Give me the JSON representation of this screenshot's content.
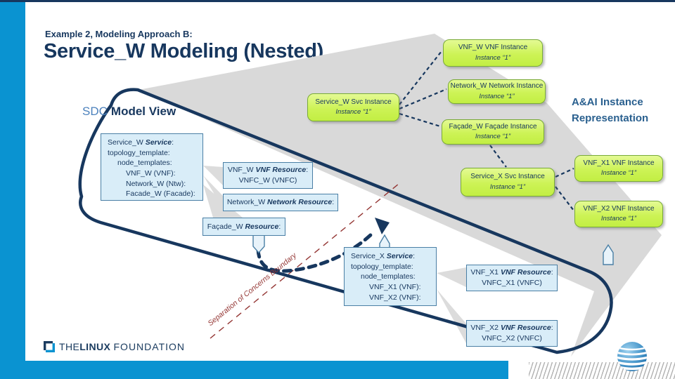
{
  "slide": {
    "kicker": "Example 2, Modeling Approach B:",
    "title": "Service_W Modeling (Nested)",
    "sdc_label": {
      "prefix": "SDC",
      "rest": "Model View"
    },
    "aai_label": {
      "line1": "A&AI Instance",
      "line2": "Representation"
    },
    "boundary_label": "Separation of Concerns Boundary"
  },
  "model_view": {
    "service_w": {
      "head_prefix": "Service_W ",
      "head_em": "Service",
      "head_suffix": ":",
      "lines": [
        "topology_template:",
        "node_templates:",
        "VNF_W (VNF):",
        "Network_W (Ntw):",
        "Facade_W (Facade):"
      ]
    },
    "vnf_w": {
      "head_prefix": "VNF_W ",
      "head_em": "VNF Resource",
      "head_suffix": ":",
      "line2": "VNFC_W (VNFC)"
    },
    "network_w": {
      "head_prefix": "Network_W ",
      "head_em": "Network Resource",
      "head_suffix": ":"
    },
    "facade_w": {
      "head_prefix": "Façade_W ",
      "head_em": "Resource",
      "head_suffix": ":"
    },
    "service_x": {
      "head_prefix": "Service_X ",
      "head_em": "Service",
      "head_suffix": ":",
      "lines": [
        "topology_template:",
        "node_templates:",
        "VNF_X1 (VNF):",
        "VNF_X2 (VNF):"
      ]
    },
    "vnf_x1": {
      "head_prefix": "VNF_X1 ",
      "head_em": "VNF Resource",
      "head_suffix": ":",
      "line2": "VNFC_X1 (VNFC)"
    },
    "vnf_x2": {
      "head_prefix": "VNF_X2 ",
      "head_em": "VNF Resource",
      "head_suffix": ":",
      "line2": "VNFC_X2 (VNFC)"
    }
  },
  "aai_instances": {
    "service_w": {
      "title": "Service_W Svc Instance",
      "instance": "Instance “1”"
    },
    "vnf_w": {
      "title": "VNF_W VNF Instance",
      "instance": "Instance “1”"
    },
    "network_w": {
      "title": "Network_W Network Instance",
      "instance": "Instance “1”"
    },
    "facade_w": {
      "title": "Façade_W Façade Instance",
      "instance": "Instance “1”"
    },
    "service_x": {
      "title": "Service_X Svc Instance",
      "instance": "Instance “1”"
    },
    "vnf_x1": {
      "title": "VNF_X1 VNF Instance",
      "instance": "Instance “1”"
    },
    "vnf_x2": {
      "title": "VNF_X2 VNF Instance",
      "instance": "Instance “1”"
    }
  },
  "footer": {
    "logo_the": "THE",
    "logo_linux": "LINUX",
    "logo_foundation": "FOUNDATION",
    "att_logo_icon": "att-globe-icon"
  },
  "colors": {
    "navy": "#17375e",
    "accent_blue": "#0a93d1",
    "box_blue_fill": "#d9edf8",
    "box_blue_border": "#4a7fa5",
    "instance_green_fill": "#cdf356",
    "instance_green_border": "#79aa38",
    "boundary_red": "#943634",
    "flow_gray": "#d9d9d9"
  }
}
